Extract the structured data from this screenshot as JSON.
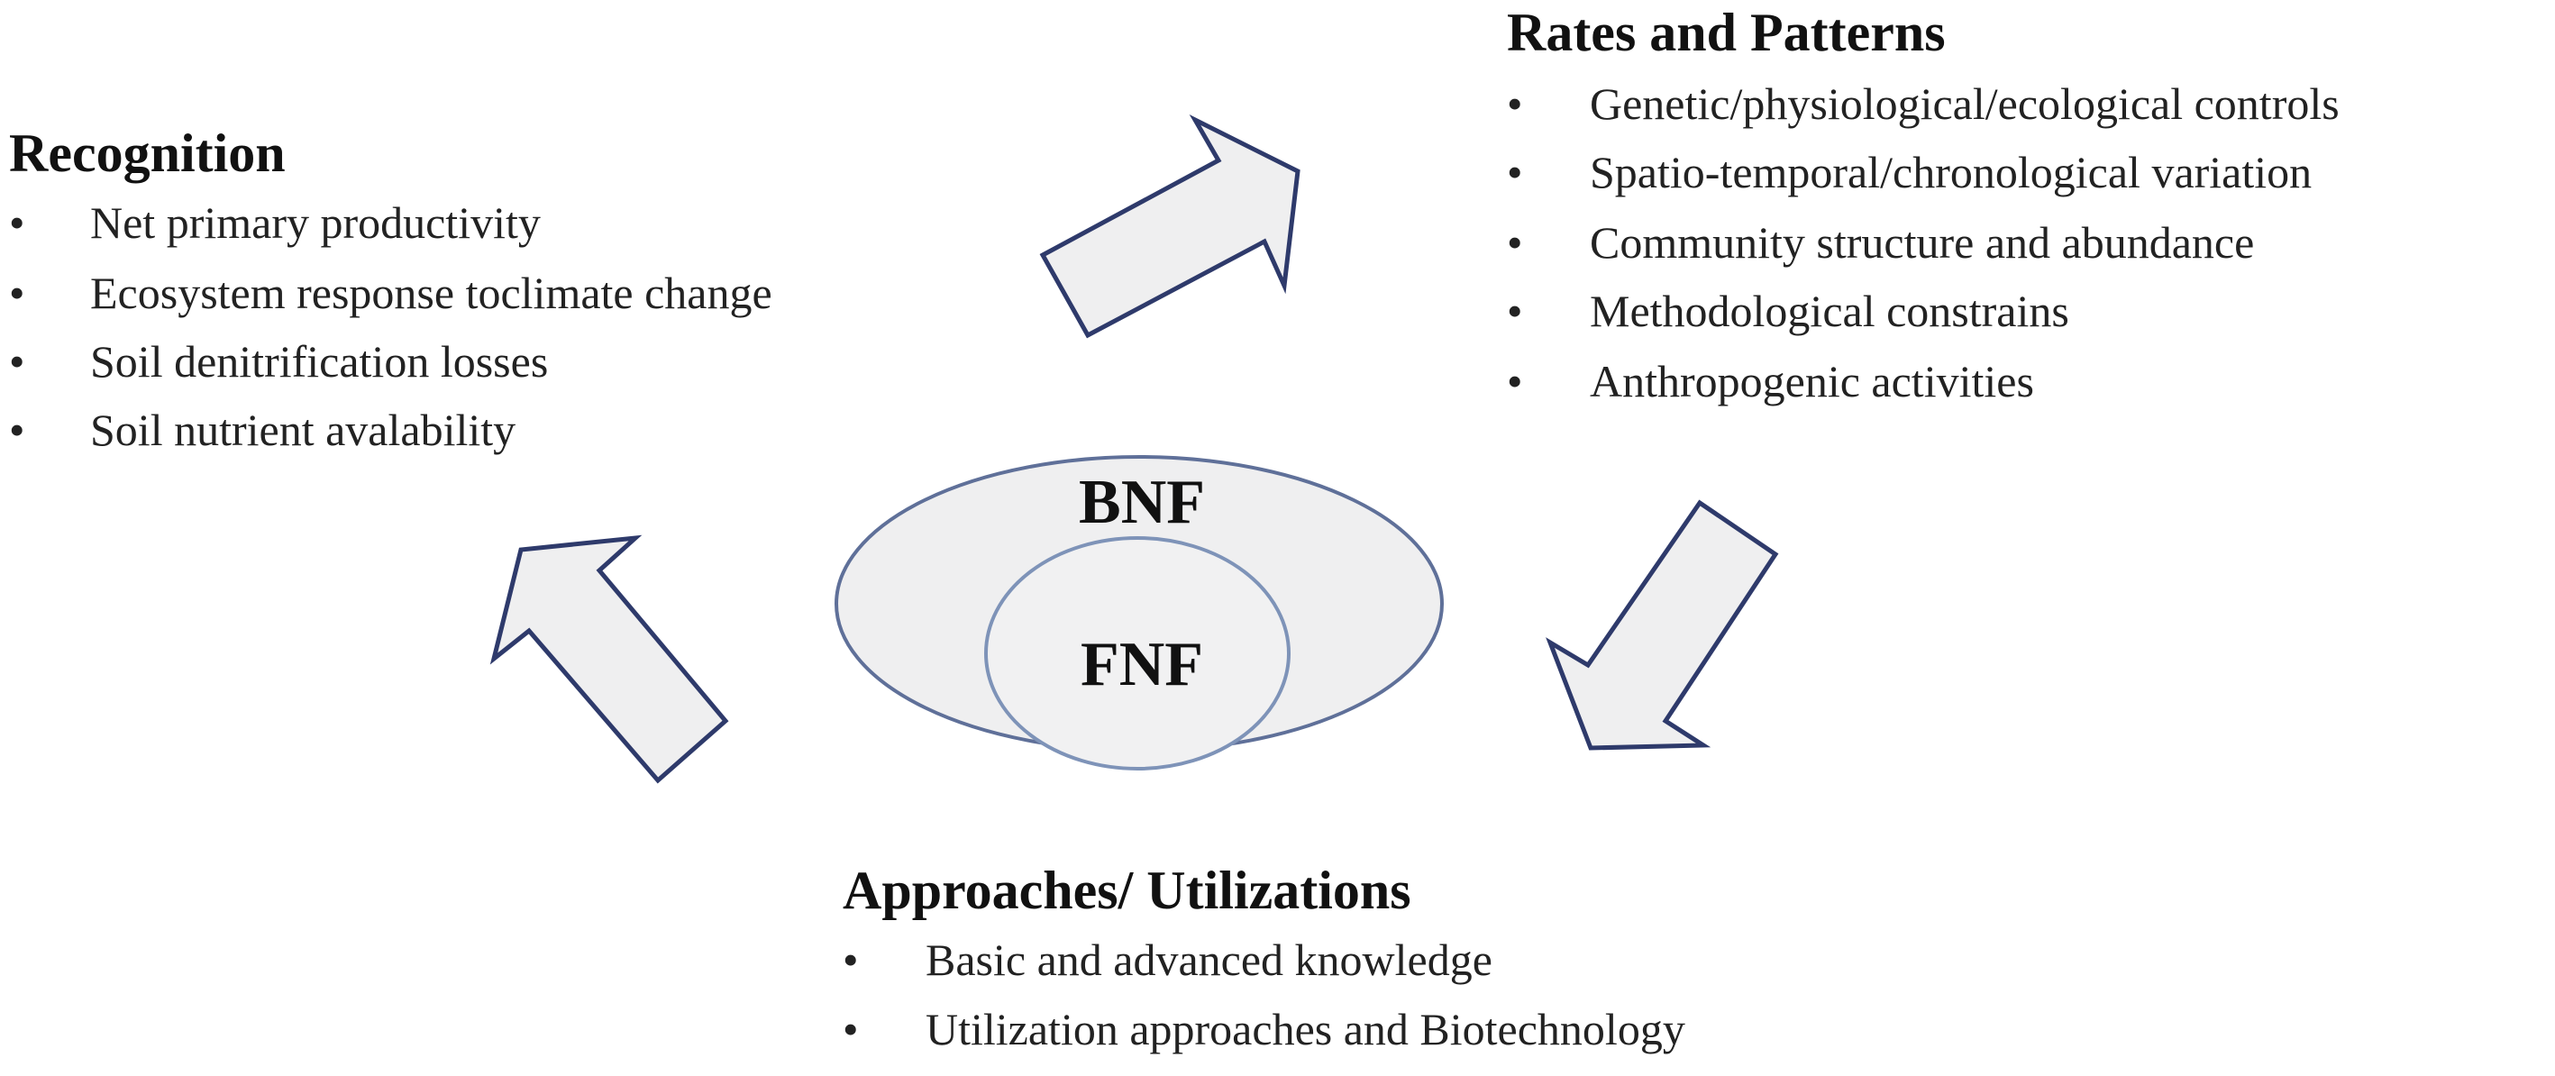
{
  "center": {
    "outer_label": "BNF",
    "inner_label": "FNF"
  },
  "recognition": {
    "title": "Recognition",
    "bullet": "•",
    "items": [
      "Net primary productivity",
      "Ecosystem response toclimate change",
      "Soil denitrification losses",
      "Soil nutrient avalability"
    ]
  },
  "rates_and_patterns": {
    "title": "Rates and Patterns",
    "bullet": "•",
    "items": [
      "Genetic/physiological/ecological controls",
      "Spatio-temporal/chronological variation",
      "Community structure and abundance",
      "Methodological constrains",
      "Anthropogenic activities"
    ]
  },
  "approaches_utilizations": {
    "title": "Approaches/ Utilizations",
    "bullet": "•",
    "items": [
      "Basic and advanced knowledge",
      "Utilization approaches and Biotechnology"
    ]
  },
  "colors": {
    "shape_fill": "#efeff0",
    "arrow_stroke": "#2e3a6b",
    "ellipse_stroke": "#6a7ea6",
    "text": "#1a1a1a"
  },
  "arrows": [
    {
      "name": "arrow-recognition-to-rates",
      "direction": "up-right"
    },
    {
      "name": "arrow-rates-to-approaches",
      "direction": "down-left"
    },
    {
      "name": "arrow-approaches-to-recognition",
      "direction": "up-left"
    }
  ]
}
